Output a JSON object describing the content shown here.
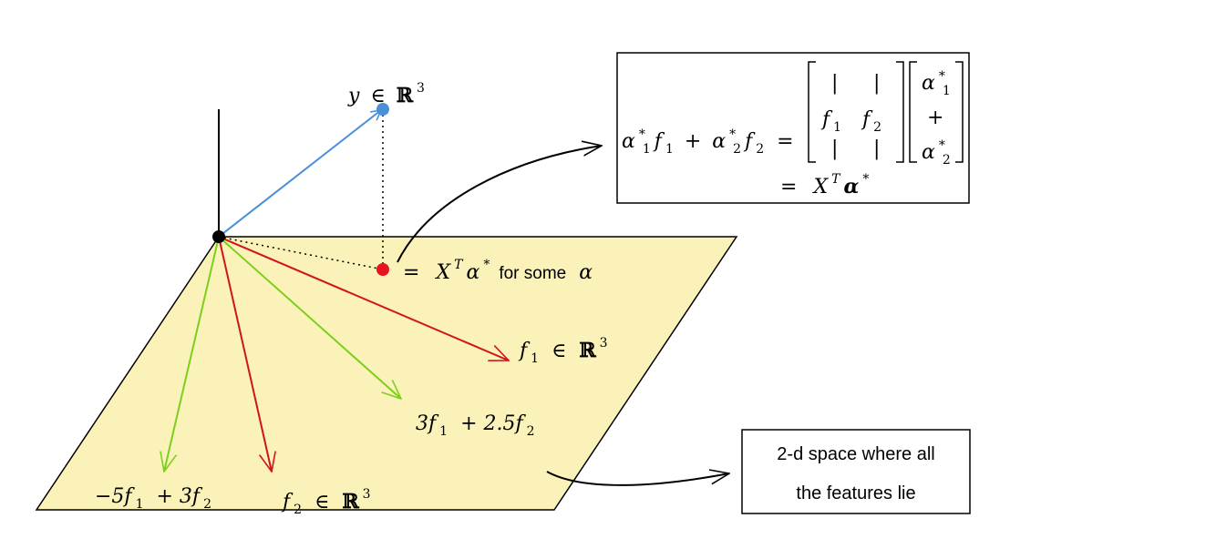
{
  "labels": {
    "y_name": "y",
    "in_symbol": "∈",
    "R3": "ℝ",
    "R3_exp": "3",
    "projection_eq": "=",
    "projection_X": "X",
    "projection_T": "T",
    "projection_alpha": "α",
    "projection_star": "*",
    "projection_text": "for some",
    "projection_alpha2": "α",
    "f1_label": "f",
    "f1_sub": "1",
    "f2_label": "f",
    "f2_sub": "2",
    "combo1": "3f",
    "combo1_sub": "1",
    "combo1_rest": "+ 2.5f",
    "combo1_sub2": "2",
    "combo2": "−5f",
    "combo2_sub": "1",
    "combo2_rest": "+ 3f",
    "combo2_sub2": "2"
  },
  "formula_box": {
    "alpha": "α",
    "star": "*",
    "sub1": "1",
    "sub2": "2",
    "f": "f",
    "plus": "+",
    "equals": "=",
    "bar": "|",
    "X": "X",
    "T": "T",
    "alpha_bold": "α"
  },
  "space_box": {
    "line1": "2-d space where all",
    "line2": "the features lie"
  },
  "colors": {
    "plane_fill": "#faf2b8",
    "y_vector": "#4a90d9",
    "feature_vector": "#d0141c",
    "combo_vector": "#7ccf1c",
    "projection_point": "#e8141c"
  }
}
